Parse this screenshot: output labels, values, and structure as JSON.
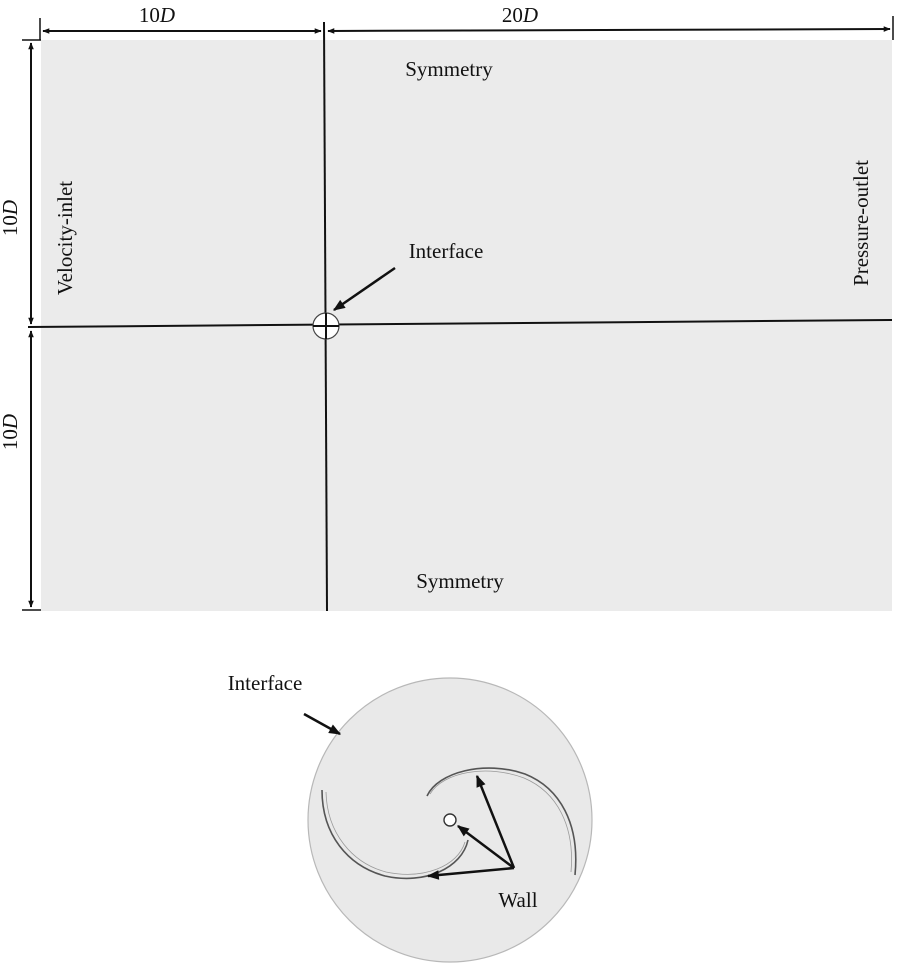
{
  "colors": {
    "domain_fill": "#ebebeb",
    "line": "#111111",
    "rotor_fill": "#e9e9e9",
    "background": "#ffffff"
  },
  "dimensions": {
    "upstream": {
      "num": "10",
      "sym": "D"
    },
    "downstream": {
      "num": "20",
      "sym": "D"
    },
    "upper_half": {
      "num": "10",
      "sym": "D"
    },
    "lower_half": {
      "num": "10",
      "sym": "D"
    }
  },
  "boundaries": {
    "top": "Symmetry",
    "bottom": "Symmetry",
    "inlet": "Velocity-inlet",
    "outlet": "Pressure-outlet"
  },
  "domain_interface_label": "Interface",
  "detail": {
    "interface_label": "Interface",
    "wall_label": "Wall"
  }
}
